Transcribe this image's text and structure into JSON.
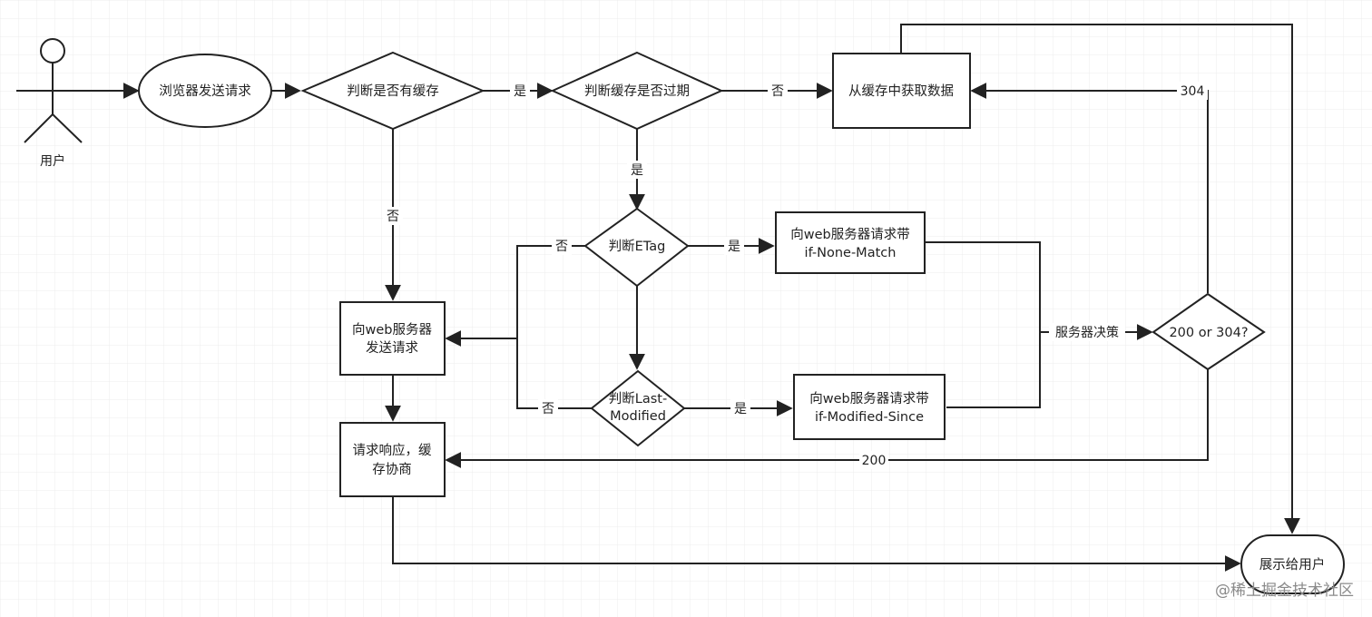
{
  "actor": {
    "label": "用户"
  },
  "nodes": {
    "browser": "浏览器发送请求",
    "has_cache": "判断是否有缓存",
    "expired": "判断缓存是否过期",
    "from_cache": "从缓存中获取数据",
    "etag": "判断ETag",
    "if_none_match_l1": "向web服务器请求带",
    "if_none_match_l2": "if-None-Match",
    "send_request_l1": "向web服务器",
    "send_request_l2": "发送请求",
    "last_modified_l1": "判断Last-",
    "last_modified_l2": "Modified",
    "if_modified_since_l1": "向web服务器请求带",
    "if_modified_since_l2": "if-Modified-Since",
    "negotiate_l1": "请求响应，缓",
    "negotiate_l2": "存协商",
    "decision_200_304": "200 or 304?",
    "show_user": "展示给用户"
  },
  "edge_labels": {
    "yes_cache": "是",
    "no_expired": "否",
    "yes_expired": "是",
    "no_cache": "否",
    "no_etag": "否",
    "yes_etag": "是",
    "no_last_modified": "否",
    "yes_last_modified": "是",
    "server_decision": "服务器决策",
    "code_304": "304",
    "code_200": "200"
  },
  "watermark": "@稀土掘金技术社区",
  "colors": {
    "line": "#222222",
    "grid": "#ececec",
    "background": "#ffffff"
  }
}
